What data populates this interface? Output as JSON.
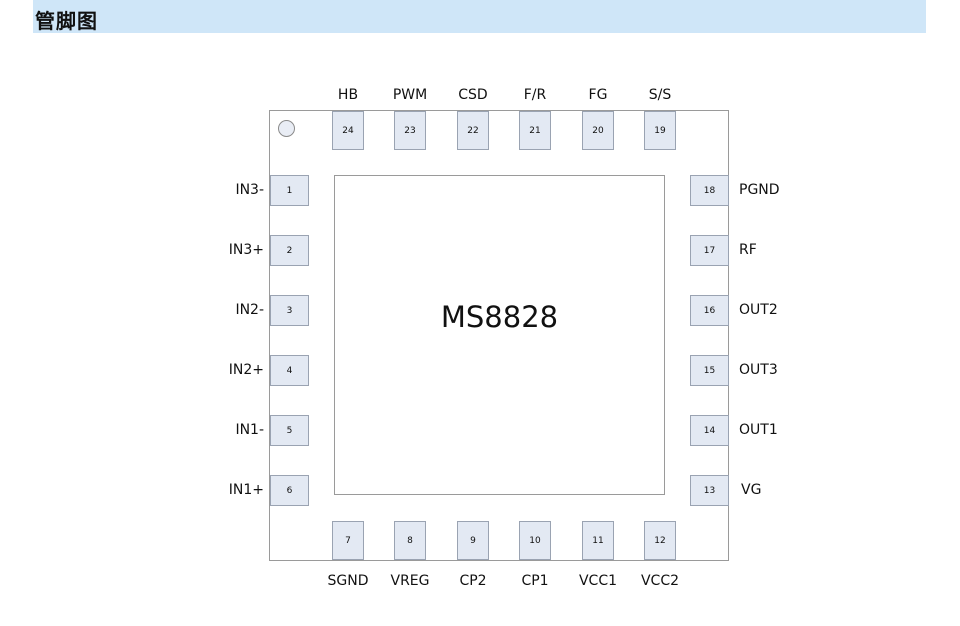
{
  "header": {
    "title": "管脚图"
  },
  "chip": {
    "name": "MS8828"
  },
  "pins": {
    "top": [
      {
        "num": "24",
        "name": "HB"
      },
      {
        "num": "23",
        "name": "PWM"
      },
      {
        "num": "22",
        "name": "CSD"
      },
      {
        "num": "21",
        "name": "F/R"
      },
      {
        "num": "20",
        "name": "FG"
      },
      {
        "num": "19",
        "name": "S/S"
      }
    ],
    "left": [
      {
        "num": "1",
        "name": "IN3-"
      },
      {
        "num": "2",
        "name": "IN3+"
      },
      {
        "num": "3",
        "name": "IN2-"
      },
      {
        "num": "4",
        "name": "IN2+"
      },
      {
        "num": "5",
        "name": "IN1-"
      },
      {
        "num": "6",
        "name": "IN1+"
      }
    ],
    "right": [
      {
        "num": "18",
        "name": "PGND"
      },
      {
        "num": "17",
        "name": "RF"
      },
      {
        "num": "16",
        "name": "OUT2"
      },
      {
        "num": "15",
        "name": "OUT3"
      },
      {
        "num": "14",
        "name": "OUT1"
      },
      {
        "num": "13",
        "name": "VG"
      }
    ],
    "bottom": [
      {
        "num": "7",
        "name": "SGND"
      },
      {
        "num": "8",
        "name": "VREG"
      },
      {
        "num": "9",
        "name": "CP2"
      },
      {
        "num": "10",
        "name": "CP1"
      },
      {
        "num": "11",
        "name": "VCC1"
      },
      {
        "num": "12",
        "name": "VCC2"
      }
    ]
  }
}
